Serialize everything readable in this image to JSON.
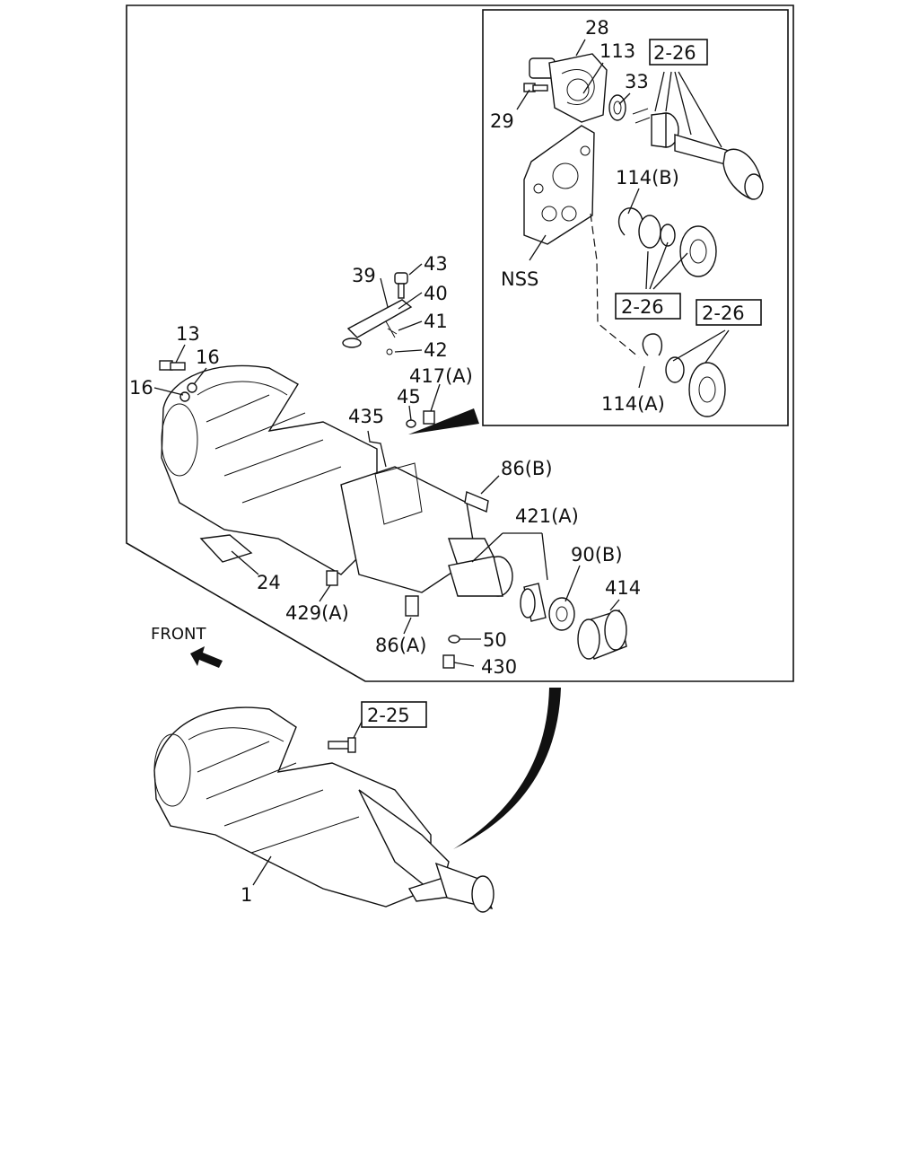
{
  "labels": {
    "p28": "28",
    "p113": "113",
    "p33": "33",
    "p29": "29",
    "p114b": "114(B)",
    "nss": "NSS",
    "p114a": "114(A)",
    "p43": "43",
    "p39": "39",
    "p40": "40",
    "p41": "41",
    "p42": "42",
    "p13": "13",
    "p16a": "16",
    "p16b": "16",
    "p45": "45",
    "p417a": "417(A)",
    "p435": "435",
    "p86b": "86(B)",
    "p421a": "421(A)",
    "p90b": "90(B)",
    "p414": "414",
    "p24": "24",
    "p429a": "429(A)",
    "p86a": "86(A)",
    "p50": "50",
    "p430": "430",
    "front": "FRONT",
    "p1": "1"
  },
  "refs": {
    "r226_top": "2-26",
    "r226_mid": "2-26",
    "r226_right": "2-26",
    "r225": "2-25"
  }
}
